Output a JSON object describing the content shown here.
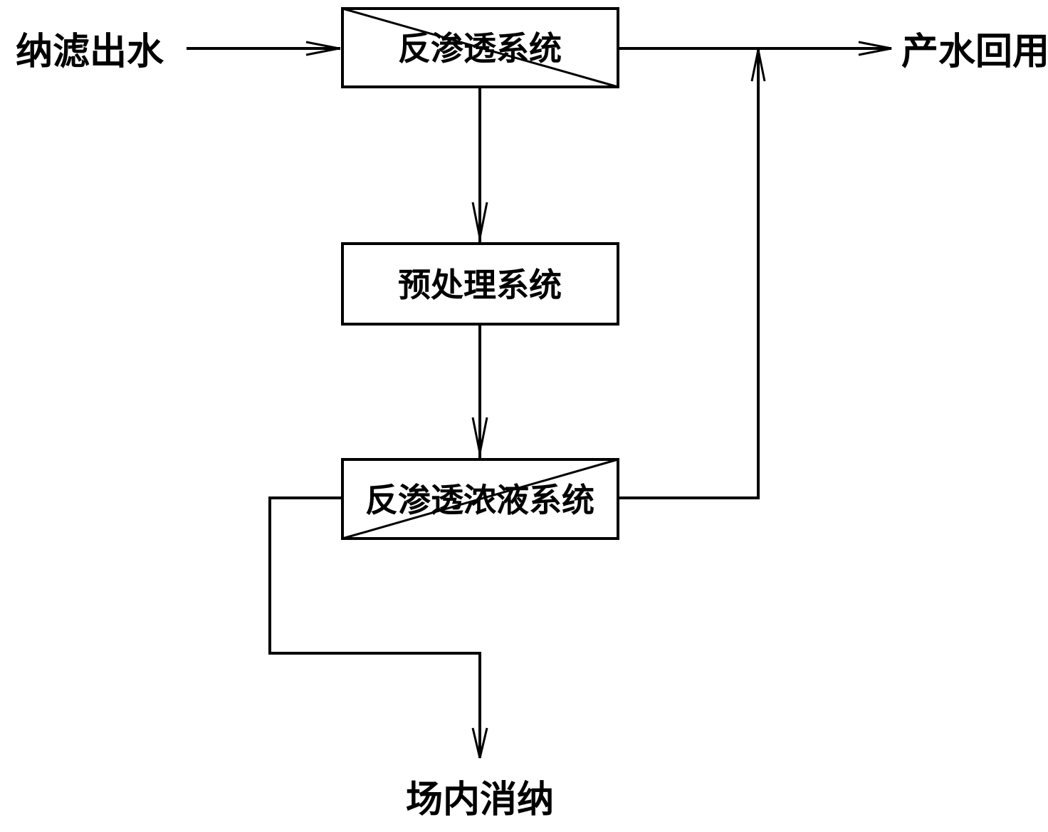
{
  "diagram": {
    "type": "process-flowchart",
    "input_label": "纳滤出水",
    "output_label": "产水回用",
    "discharge_label": "场内消纳",
    "nodes": {
      "ro_system": {
        "label": "反渗透系统",
        "style": "crossed-box"
      },
      "pretreatment": {
        "label": "预处理系统",
        "style": "box"
      },
      "ro_concentrate": {
        "label": "反渗透浓液系统",
        "style": "crossed-box"
      }
    },
    "edges": [
      {
        "from": "纳滤出水",
        "to": "反渗透系统"
      },
      {
        "from": "反渗透系统",
        "to": "产水回用"
      },
      {
        "from": "反渗透系统",
        "to": "预处理系统"
      },
      {
        "from": "预处理系统",
        "to": "反渗透浓液系统"
      },
      {
        "from": "反渗透浓液系统",
        "to": "产水回用"
      },
      {
        "from": "反渗透浓液系统",
        "to": "场内消纳"
      }
    ]
  }
}
